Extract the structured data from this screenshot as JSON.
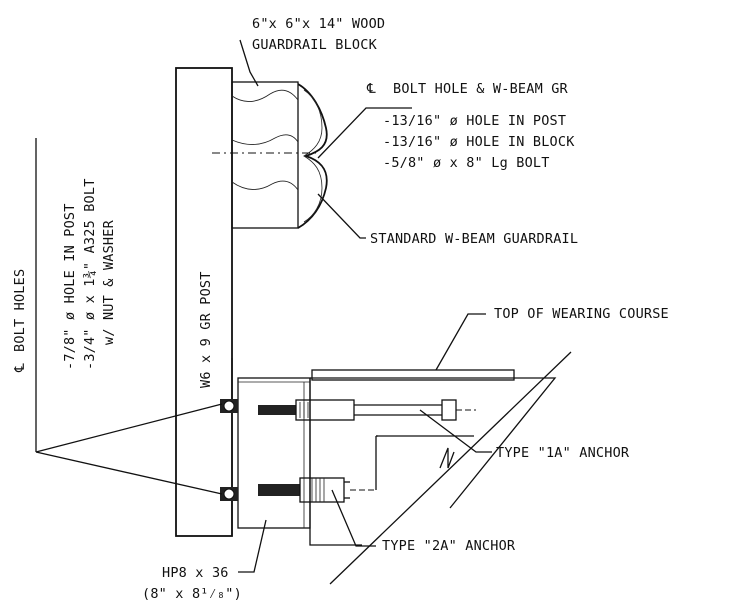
{
  "labels": {
    "wood_block_1": "6\"x 6\"x 14\" WOOD",
    "wood_block_2": "GUARDRAIL BLOCK",
    "cl_bolt_hole": "BOLT HOLE & W-BEAM GR",
    "hole_post": "-13/16\" ø HOLE IN POST",
    "hole_block": "-13/16\" ø HOLE IN BLOCK",
    "bolt": "-5/8\" ø x 8\" Lg BOLT",
    "w_beam": "STANDARD W-BEAM GUARDRAIL",
    "wearing": "TOP OF WEARING COURSE",
    "type_1a": "TYPE \"1A\" ANCHOR",
    "type_2a": "TYPE \"2A\" ANCHOR",
    "hp8_1": "HP8 x 36",
    "hp8_2": "(8\" x 8¹⁄₈\")",
    "post": "W6 x 9 GR POST",
    "cl_bolt_holes": "BOLT HOLES",
    "hole_in_post_left": "-7/8\" ø HOLE IN POST",
    "a325_bolt": "-3/4\" ø x 1¾\" A325 BOLT",
    "nut_washer": "w/ NUT & WASHER",
    "cl_symbol": "℄"
  }
}
